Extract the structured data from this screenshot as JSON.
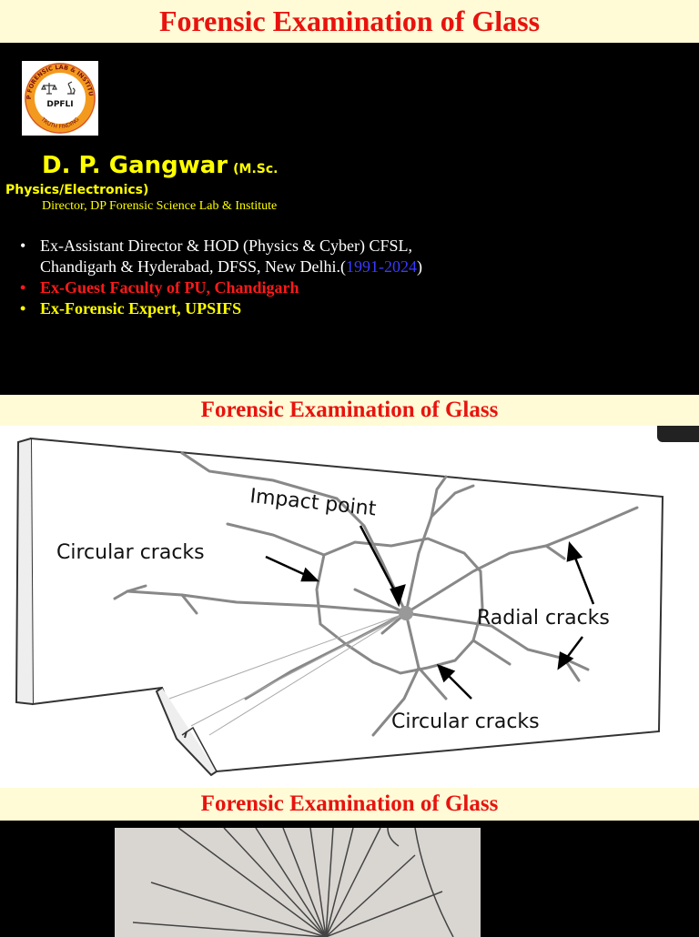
{
  "slide1": {
    "title": "Forensic Examination of Glass",
    "logo": {
      "arc_text": "DP FORENSIC LAB & INSTITUTE",
      "center_text": "DPFLI",
      "bottom_text": "TRUTH FINDING"
    },
    "presenter_name": "D. P. Gangwar",
    "credentials_1": "(M.Sc.",
    "credentials_2": "Physics/Electronics)",
    "director_line": "Director, DP Forensic Science Lab & Institute",
    "bullets": [
      {
        "line1": "Ex-Assistant Director & HOD (Physics & Cyber) CFSL,",
        "line2_pre": "Chandigarh & Hyderabad, DFSS, New Delhi.(",
        "years": "1991-2024",
        "line2_post": ")"
      },
      {
        "text": "Ex-Guest Faculty of PU, Chandigarh"
      },
      {
        "text": "Ex-Forensic Expert, UPSIFS"
      }
    ]
  },
  "slide2": {
    "title": "Forensic Examination of Glass",
    "labels": {
      "impact": "Impact point",
      "circular_left": "Circular cracks",
      "radial": "Radial cracks",
      "circular_bottom": "Circular cracks"
    }
  },
  "slide3": {
    "title": "Forensic Examination of Glass"
  },
  "colors": {
    "title_red": "#e8130e",
    "title_band": "#fffbd6",
    "highlight_yellow": "#ffff00",
    "bullet_red": "#ff1a1a",
    "years_blue": "#3a3aff"
  }
}
